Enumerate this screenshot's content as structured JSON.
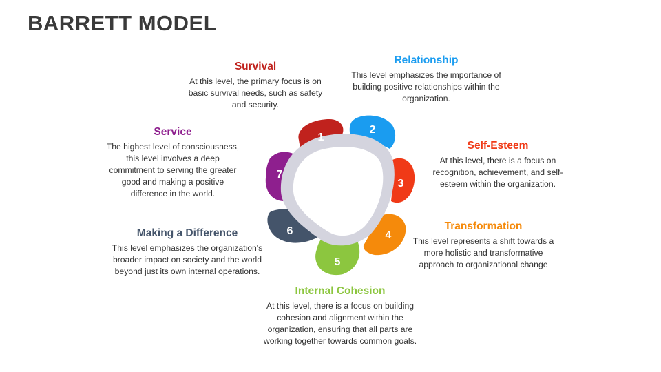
{
  "title": "BARRETT MODEL",
  "levels": [
    {
      "number": "1",
      "name": "Survival",
      "color": "#c0221d",
      "description": "At this level, the primary focus is on basic survival needs, such as safety and security."
    },
    {
      "number": "2",
      "name": "Relationship",
      "color": "#1a9cf0",
      "description": "This level emphasizes the importance of building positive relationships within the organization."
    },
    {
      "number": "3",
      "name": "Self-Esteem",
      "color": "#f03a17",
      "description": "At this level, there is a focus on recognition, achievement, and self-esteem within the organization."
    },
    {
      "number": "4",
      "name": "Transformation",
      "color": "#f58a0b",
      "description": "This level represents a shift towards a more holistic and transformative approach to organizational change"
    },
    {
      "number": "5",
      "name": "Internal Cohesion",
      "color": "#8cc63f",
      "description": "At this level, there is a focus on building cohesion and alignment within the organization, ensuring that all parts are working together towards common goals."
    },
    {
      "number": "6",
      "name": "Making a Difference",
      "color": "#44546a",
      "description": "This level emphasizes the organization's broader impact on society and the world beyond just its own internal operations."
    },
    {
      "number": "7",
      "name": "Service",
      "color": "#8e1f8e",
      "description": "The highest level of consciousness, this level involves a deep commitment to serving the greater good and making a positive difference in the world."
    }
  ],
  "colors": {
    "title": "#3a3a3a",
    "ring_outer": "#d4d4de",
    "ring_inner": "#ffffff"
  }
}
